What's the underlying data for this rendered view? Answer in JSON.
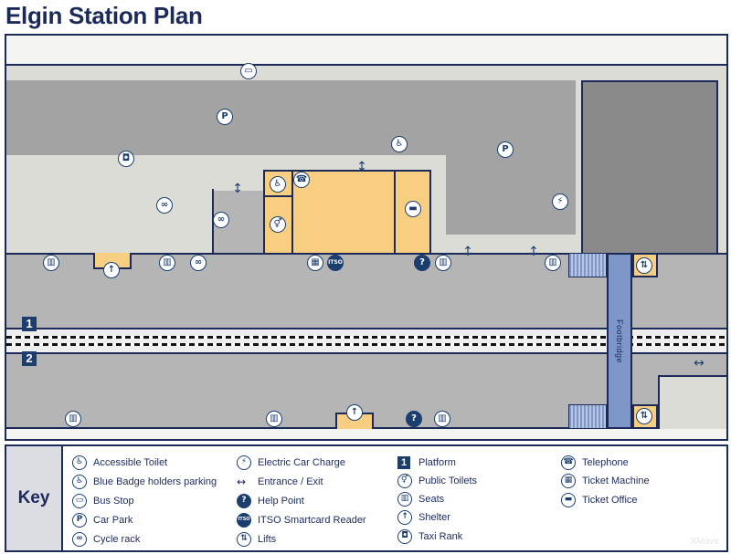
{
  "title": "Elgin Station Plan",
  "map": {
    "footbridge_label": "Footbridge",
    "platform_1": "1",
    "platform_2": "2",
    "entrance_glyph": "↕",
    "entrance_glyph_h": "↔"
  },
  "key": {
    "label": "Key",
    "items": [
      {
        "label": "Accessible Toilet",
        "icon": "accessible-toilet"
      },
      {
        "label": "Blue Badge holders parking",
        "icon": "blue-badge"
      },
      {
        "label": "Bus Stop",
        "icon": "bus"
      },
      {
        "label": "Car Park",
        "icon": "car-park"
      },
      {
        "label": "Cycle rack",
        "icon": "cycle"
      },
      {
        "label": "Electric Car Charge",
        "icon": "electric-car"
      },
      {
        "label": "Entrance / Exit",
        "icon": "entrance-arrow"
      },
      {
        "label": "Help Point",
        "icon": "help"
      },
      {
        "label": "ITSO Smartcard Reader",
        "icon": "itso"
      },
      {
        "label": "Lifts",
        "icon": "lift"
      },
      {
        "label": "Platform",
        "icon": "platform",
        "glyph": "1"
      },
      {
        "label": "Public Toilets",
        "icon": "toilets"
      },
      {
        "label": "Seats",
        "icon": "seats"
      },
      {
        "label": "Shelter",
        "icon": "shelter"
      },
      {
        "label": "Taxi Rank",
        "icon": "taxi"
      },
      {
        "label": "Telephone",
        "icon": "telephone"
      },
      {
        "label": "Ticket Machine",
        "icon": "ticket-machine"
      },
      {
        "label": "Ticket Office",
        "icon": "ticket-office"
      }
    ]
  },
  "watermark": "XMove",
  "colors": {
    "navy": "#1c2a5a",
    "building": "#f8cf80",
    "footbridge": "#7f97c8",
    "platform": "#b5b5b5"
  }
}
